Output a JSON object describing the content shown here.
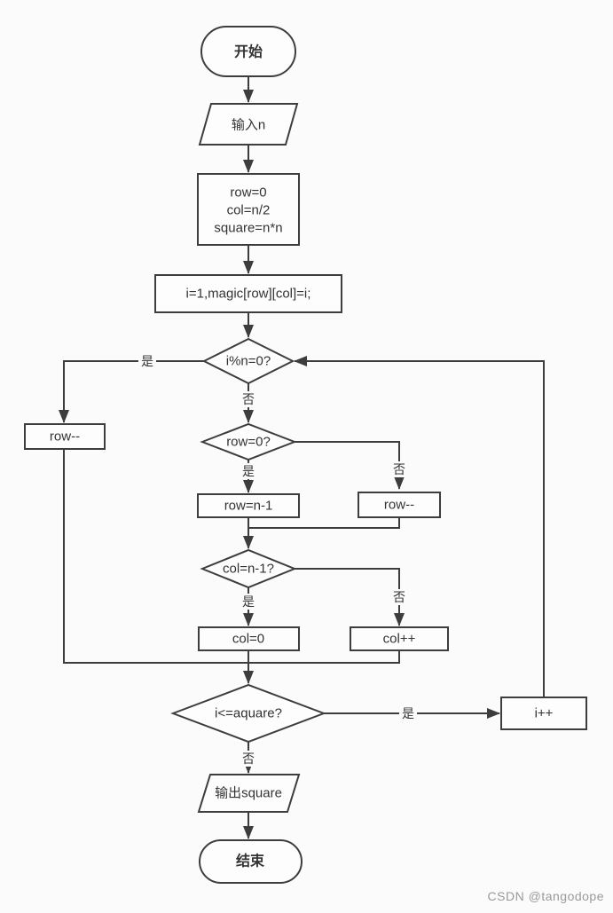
{
  "title": "magic square flowchart",
  "colors": {
    "stroke": "#3d3d3d",
    "text": "#333333",
    "background": "#fbfbfb"
  },
  "nodes": {
    "start": {
      "label": "开始",
      "type": "terminator"
    },
    "input": {
      "label": "输入n",
      "type": "io"
    },
    "init": {
      "lines": [
        "row=0",
        "col=n/2",
        "square=n*n"
      ],
      "type": "process"
    },
    "assign": {
      "label": "i=1,magic[row][col]=i;",
      "type": "process"
    },
    "d_mod": {
      "label": "i%n=0?",
      "type": "decision"
    },
    "row_dec_left": {
      "label": "row--",
      "type": "process"
    },
    "d_row0": {
      "label": "row=0?",
      "type": "decision"
    },
    "row_set": {
      "label": "row=n-1",
      "type": "process"
    },
    "row_dec_right": {
      "label": "row--",
      "type": "process"
    },
    "d_col": {
      "label": "col=n-1?",
      "type": "decision"
    },
    "col_set": {
      "label": "col=0",
      "type": "process"
    },
    "col_inc": {
      "label": "col++",
      "type": "process"
    },
    "d_loop": {
      "label": "i<=aquare?",
      "type": "decision"
    },
    "i_inc": {
      "label": "i++",
      "type": "process"
    },
    "output": {
      "label": "输出square",
      "type": "io"
    },
    "end": {
      "label": "结束",
      "type": "terminator"
    }
  },
  "edge_labels": {
    "yes": "是",
    "no": "否"
  },
  "watermark": "CSDN @tangodope"
}
